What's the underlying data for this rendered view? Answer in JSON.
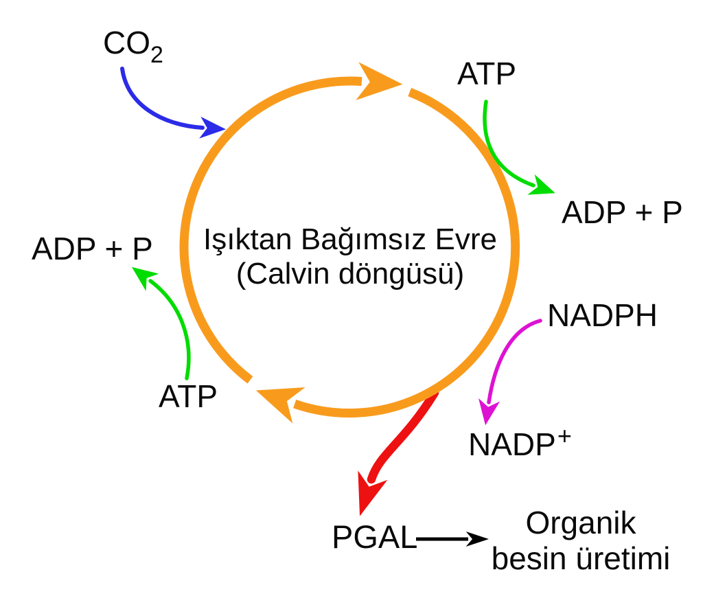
{
  "diagram": {
    "title_line1": "Işıktan Bağımsız Evre",
    "title_line2": "(Calvin döngüsü)",
    "labels": {
      "co2_base": "CO",
      "co2_sub": "2",
      "atp_top_right": "ATP",
      "adp_p_right": "ADP + P",
      "nadph": "NADPH",
      "nadp_base": "NADP",
      "nadp_sup": "+",
      "adp_p_left": "ADP + P",
      "atp_left": "ATP",
      "pgal": "PGAL",
      "product_line1": "Organik",
      "product_line2": "besin üretimi"
    },
    "icons": {
      "cycle": "clockwise-cycle-arrows",
      "inputs": [
        "co2-arrow",
        "atp-arrow-right",
        "atp-arrow-left",
        "nadph-arrow"
      ],
      "outputs": [
        "pgal-arrow",
        "product-arrow"
      ]
    },
    "colors": {
      "cycle": "#F89B1D",
      "co2_arrow": "#2B2BE8",
      "atp_arrows": "#00DC00",
      "nadph_arrow": "#DE12D3",
      "pgal_arrow": "#EE1111",
      "product_arrow": "#000000",
      "text": "#0a0a0a"
    }
  }
}
